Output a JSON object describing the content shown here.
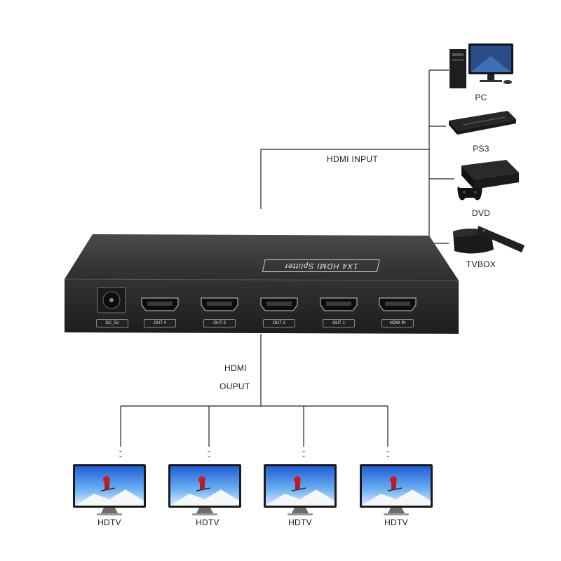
{
  "device": {
    "brand_label": "1X4 HDMI Splitter",
    "ports": [
      "DC_5V",
      "OUT 4",
      "OUT 3",
      "OUT 2",
      "OUT 1",
      "HDMI IN"
    ]
  },
  "input": {
    "label": "HDMI INPUT",
    "sources": [
      {
        "label": "PC",
        "icon": "pc-icon"
      },
      {
        "label": "PS3",
        "icon": "ps3-icon"
      },
      {
        "label": "DVD",
        "icon": "dvd-icon"
      },
      {
        "label": "TVBOX",
        "icon": "tvbox-icon"
      }
    ]
  },
  "output": {
    "label_line1": "HDMI",
    "label_line2": "OUPUT",
    "displays": [
      {
        "label": "HDTV",
        "icon": "hdtv-icon"
      },
      {
        "label": "HDTV",
        "icon": "hdtv-icon"
      },
      {
        "label": "HDTV",
        "icon": "hdtv-icon"
      },
      {
        "label": "HDTV",
        "icon": "hdtv-icon"
      }
    ]
  },
  "colors": {
    "line": "#222222",
    "device_body": "#2b2b2b",
    "device_top": "#3d3d3d"
  }
}
